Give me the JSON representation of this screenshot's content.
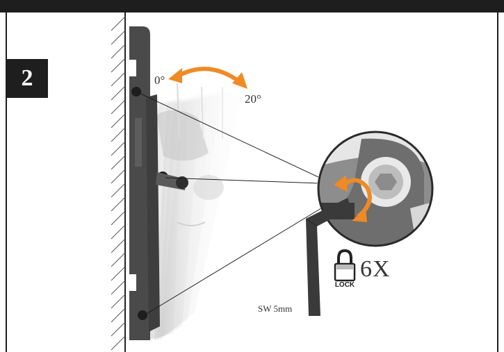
{
  "step": {
    "number": "2"
  },
  "tilt": {
    "start_label": "0°",
    "end_label": "20°"
  },
  "tool": {
    "size_label": "SW 5mm"
  },
  "lock": {
    "word": "LOCK",
    "icon": "padlock-icon"
  },
  "quantity": {
    "label": "6X"
  },
  "colors": {
    "frame": "#1e1e1e",
    "bracket": "#4a4a4a",
    "arrow": "#f08a24",
    "wall_hatch": "#555555"
  }
}
